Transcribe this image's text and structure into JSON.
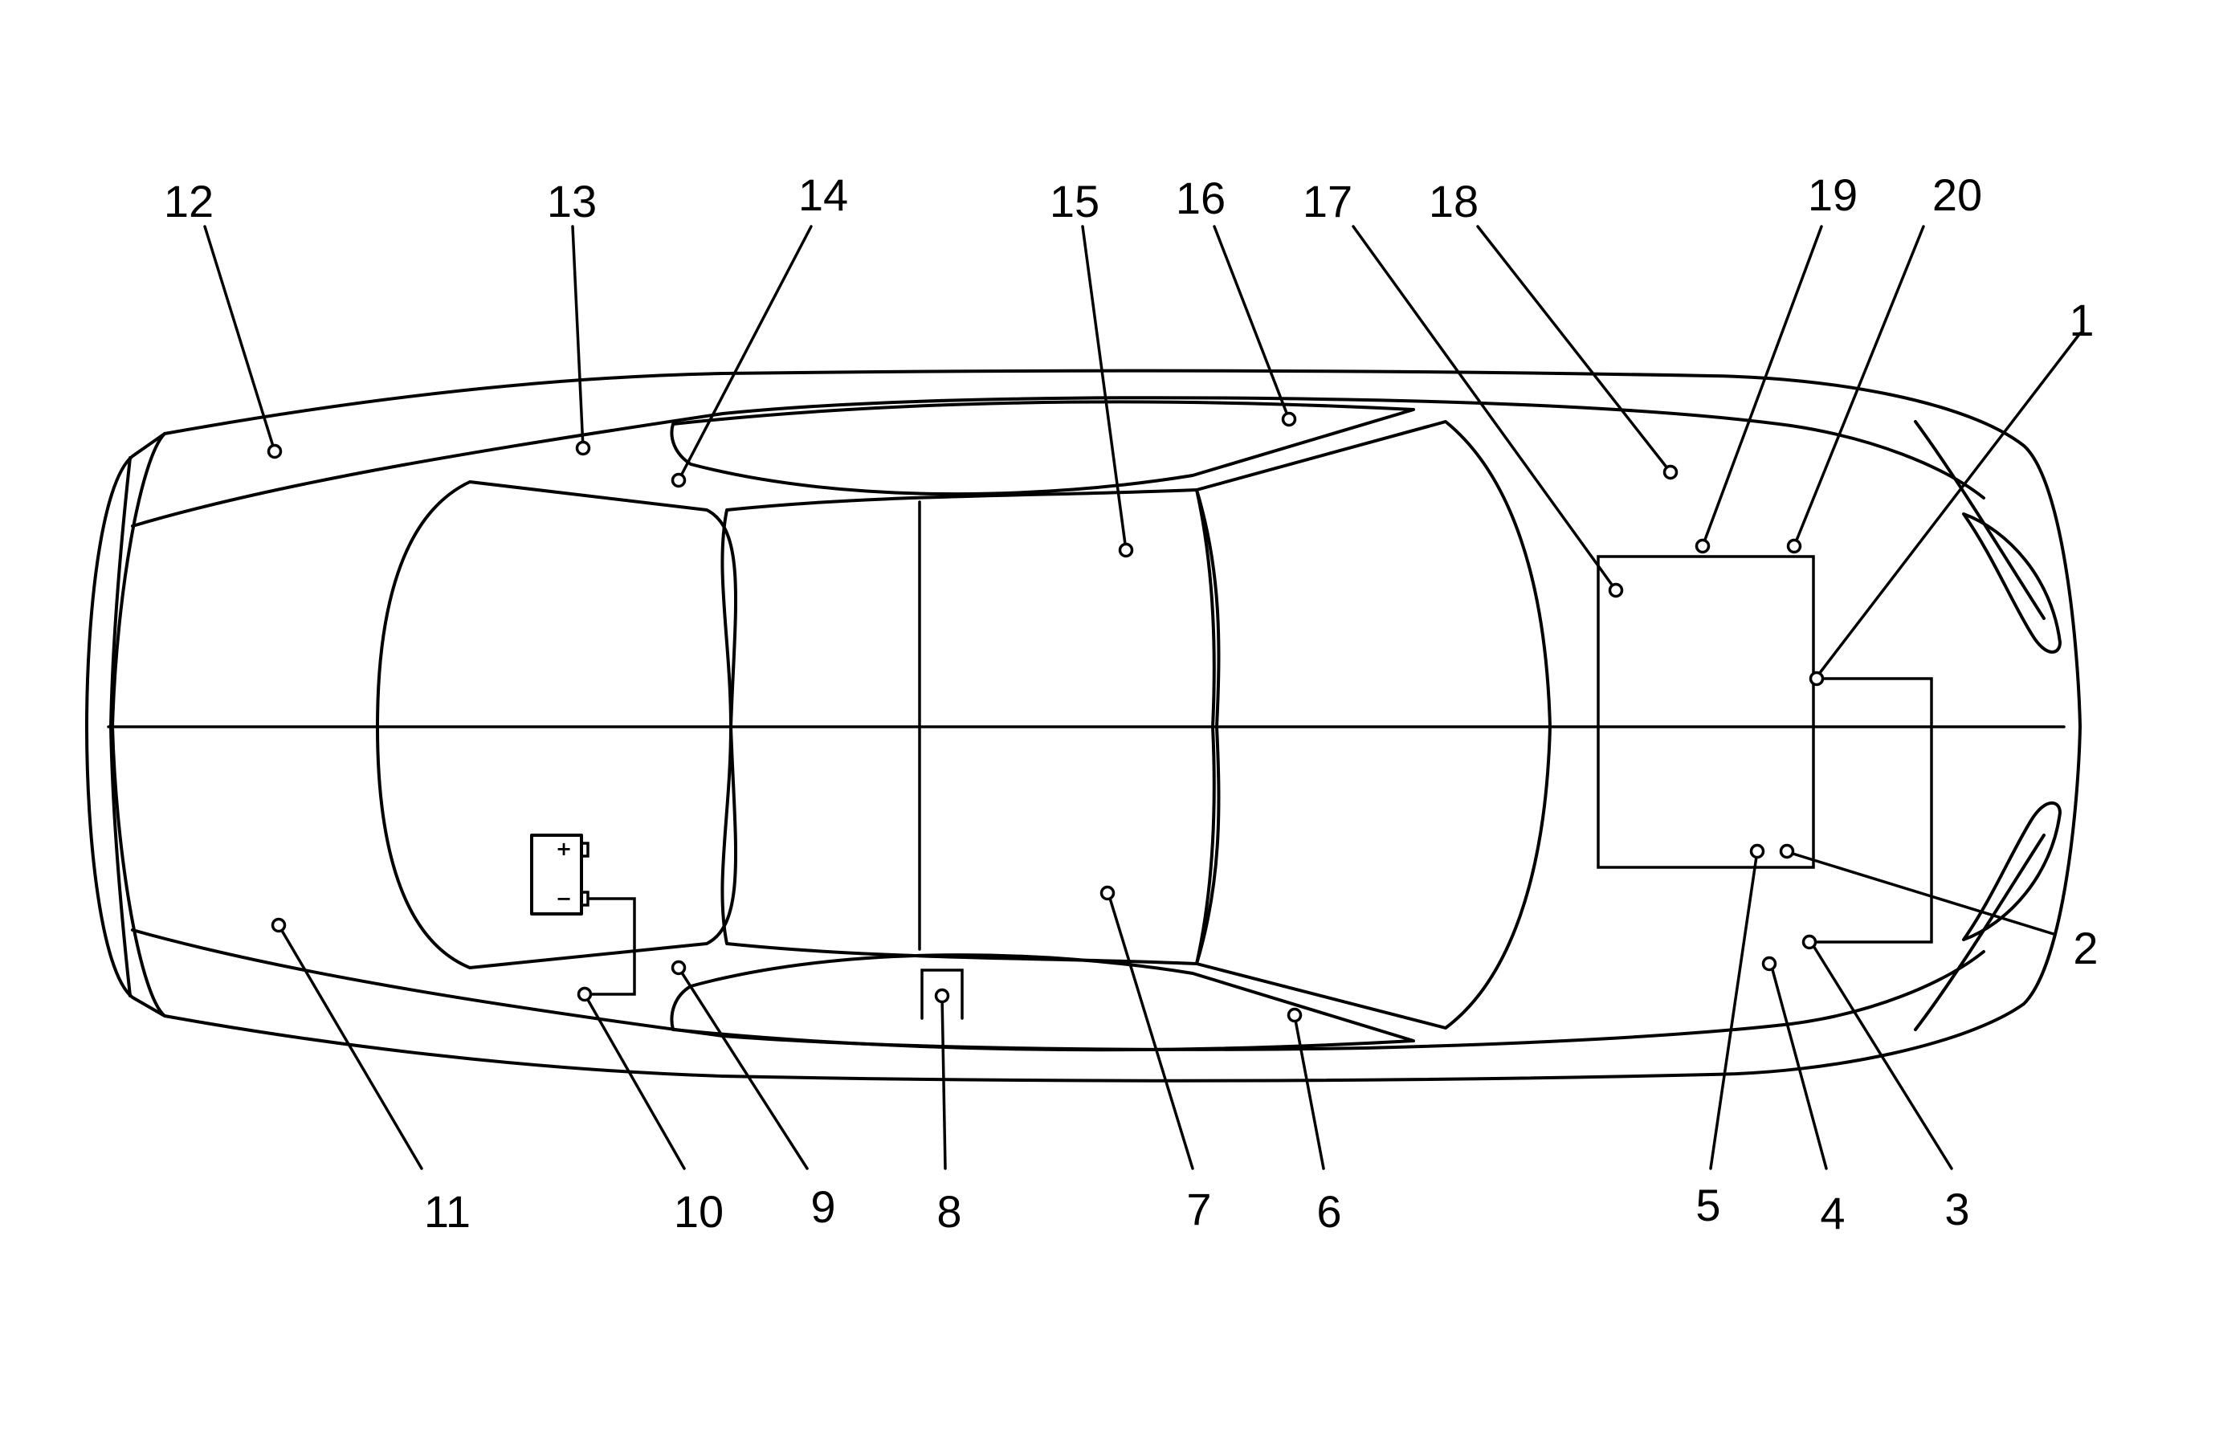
{
  "callouts": [
    {
      "number": "1"
    },
    {
      "number": "2"
    },
    {
      "number": "3"
    },
    {
      "number": "4"
    },
    {
      "number": "5"
    },
    {
      "number": "6"
    },
    {
      "number": "7"
    },
    {
      "number": "8"
    },
    {
      "number": "9"
    },
    {
      "number": "10"
    },
    {
      "number": "11"
    },
    {
      "number": "12"
    },
    {
      "number": "13"
    },
    {
      "number": "14"
    },
    {
      "number": "15"
    },
    {
      "number": "16"
    },
    {
      "number": "17"
    },
    {
      "number": "18"
    },
    {
      "number": "19"
    },
    {
      "number": "20"
    }
  ],
  "battery": {
    "plus_symbol": "+",
    "minus_symbol": "−"
  }
}
